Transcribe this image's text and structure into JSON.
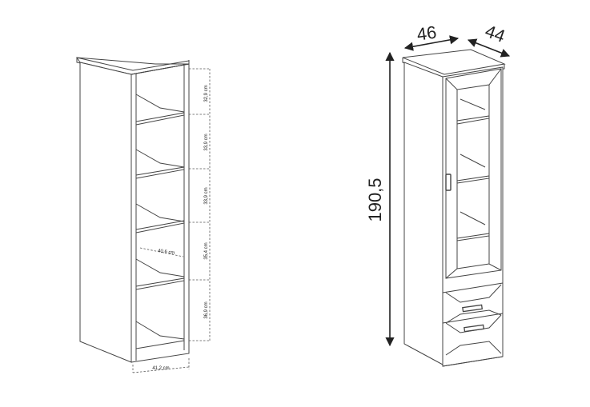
{
  "left_cabinet": {
    "shelf_heights": [
      "32,9 cm",
      "33,9 cm",
      "33,9 cm",
      "35,4 cm",
      "36,9 cm"
    ],
    "inner_depth": "40,6 cm",
    "base_width": "41,2 cm"
  },
  "right_cabinet": {
    "width": "46",
    "depth": "44",
    "height": "190,5"
  }
}
